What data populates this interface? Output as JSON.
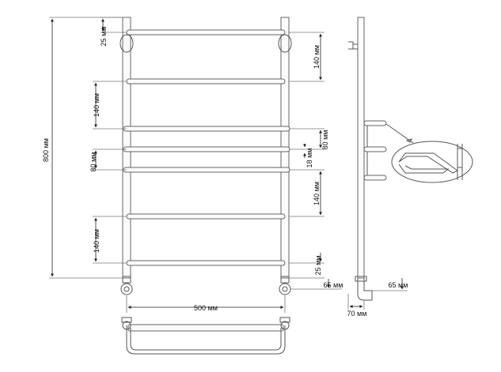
{
  "front_view": {
    "height_total": "800 мм",
    "width_total": "500 мм",
    "left_dims": [
      "25 мм",
      "140 мм",
      "80 мм",
      "140 мм"
    ],
    "right_dims": [
      "140 мм",
      "80 мм",
      "18 мм",
      "140 мм",
      "25 мм"
    ],
    "bottom_offset": "65 мм"
  },
  "side_view": {
    "depth": "65 мм",
    "bottom_width": "70 мм"
  }
}
